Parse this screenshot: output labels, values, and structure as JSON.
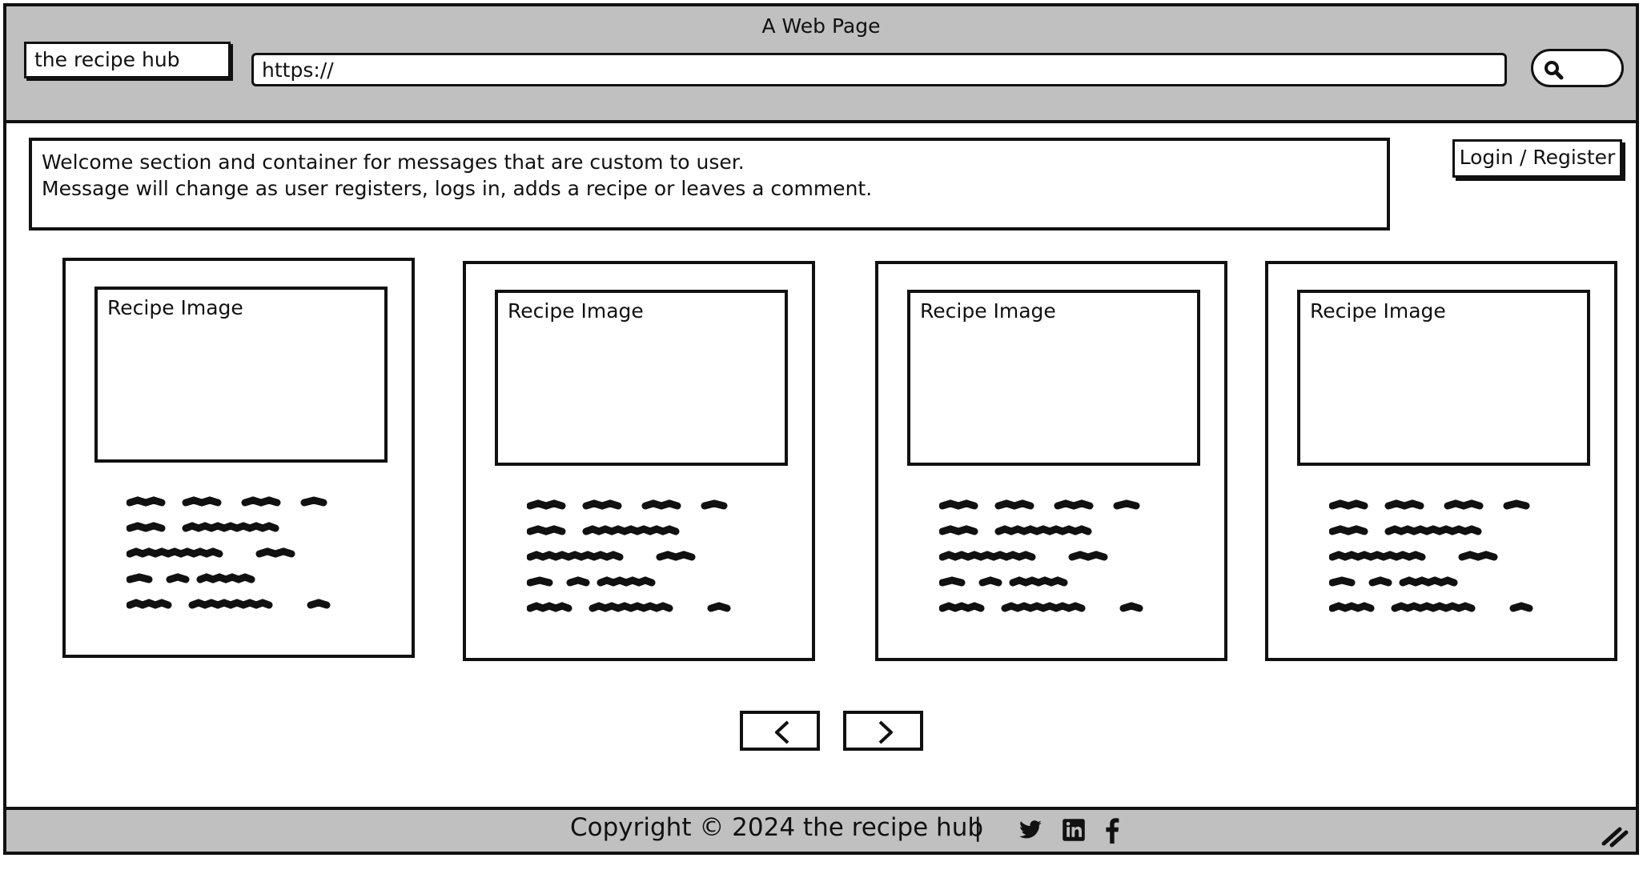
{
  "window": {
    "title": "A Web Page"
  },
  "header": {
    "site_name": "the recipe hub",
    "url": "https://",
    "search_icon": "search-icon"
  },
  "welcome": {
    "line1": "Welcome section and container for messages that are custom to user.",
    "line2": "Message will change as user registers, logs in, adds a recipe or leaves a comment."
  },
  "auth": {
    "login_label": "Login / Register"
  },
  "recipes": [
    {
      "image_label": "Recipe Image"
    },
    {
      "image_label": "Recipe Image"
    },
    {
      "image_label": "Recipe Image"
    },
    {
      "image_label": "Recipe Image"
    }
  ],
  "pagination": {
    "prev_icon": "chevron-left-icon",
    "next_icon": "chevron-right-icon"
  },
  "footer": {
    "copyright": "Copyright © 2024 the recipe hub",
    "separator": "|",
    "social_icons": [
      "twitter-icon",
      "linkedin-icon",
      "facebook-icon"
    ]
  },
  "colors": {
    "chrome": "#c0c0c0",
    "ink": "#111111",
    "paper": "#ffffff"
  }
}
